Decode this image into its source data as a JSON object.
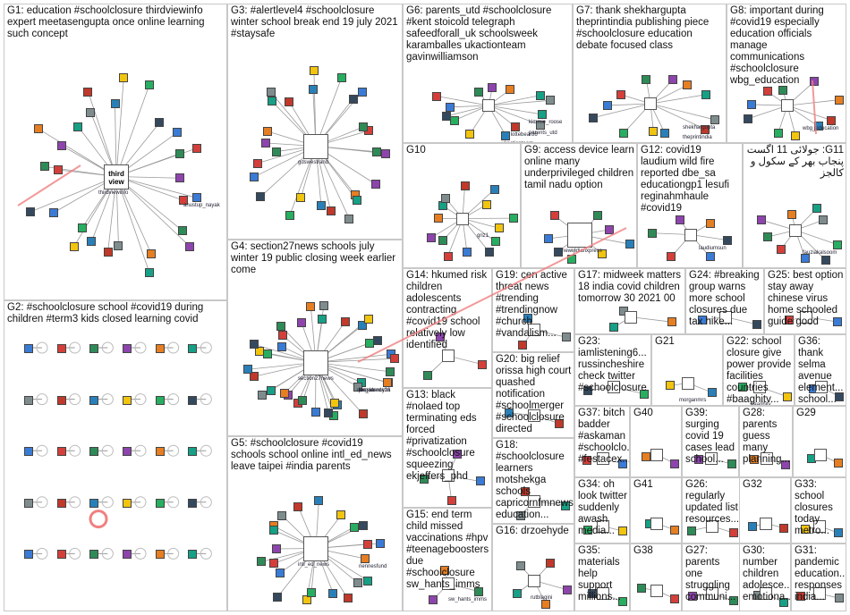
{
  "groups": [
    {
      "id": "G1",
      "text": "G1: education #schoolclosure thirdviewinfo expert meetasengupta once online learning such concept",
      "hub": "thirdviewinfo",
      "hubText": "third view",
      "nodes": [
        "anustup_nayak"
      ],
      "n": 28
    },
    {
      "id": "G2",
      "text": "G2: #schoolclosure school #covid19 during children #term3 kids closed learning covid",
      "n": 56
    },
    {
      "id": "G3",
      "text": "G3: #alertlevel4 #schoolclosure winter school break end 19 july 2021 #staysafe",
      "hub": "gdswestrand",
      "n": 26
    },
    {
      "id": "G4",
      "text": "G4: section27news schools july winter 19 public closing week earlier come",
      "hub": "section27news",
      "nodes": [
        "presidencyza",
        "mrgumede36",
        "dbe_sa"
      ],
      "n": 36
    },
    {
      "id": "G5",
      "text": "G5: #schoolclosure #covid19 schools school online intl_ed_news leave taipei #india parents",
      "hub": "intl_ed_news",
      "nodes": [
        "riennesfund"
      ],
      "n": 22
    },
    {
      "id": "G6",
      "text": "G6: parents_utd #schoolclosure #kent stoicold telegraph safeedforall_uk schoolsweek karamballes ukactionteam gavinwilliamson",
      "nodes": [
        "kimmie_roose",
        "parents_utd",
        "lottebear86",
        "ukactionteam"
      ],
      "n": 14
    },
    {
      "id": "G7",
      "text": "G7: thank shekhargupta theprintindia publishing piece #schoolclosure education debate focused class",
      "nodes": [
        "shekhargupta",
        "theprintindia"
      ],
      "n": 12
    },
    {
      "id": "G8",
      "text": "G8: important during #covid19 especially education officials manage communications #schoolclosure wbg_education",
      "nodes": [
        "wbg_education"
      ],
      "n": 10
    },
    {
      "id": "G9",
      "text": "G9: access device learn online many underprivileged children tamil nadu option",
      "hub": "newindianxpress",
      "n": 8
    },
    {
      "id": "G10",
      "text": "G10",
      "nodes": [
        "griz1"
      ],
      "n": 14
    },
    {
      "id": "G11",
      "text": "G11: جولائی 11 اگست پنجاب بھر کے سکول و کالجز",
      "nodes": [
        "fauziakalsoom"
      ],
      "n": 9
    },
    {
      "id": "G12",
      "text": "G12: covid19 laudium wild fire reported dbe_sa educationgp1 lesufi reginahmhaule #covid19",
      "nodes": [
        "laudiumsun"
      ],
      "n": 6
    },
    {
      "id": "G13",
      "text": "G13: black #nolaed top terminating eds forced #privatization #schoolclosure squeezing ekjeffers_phd",
      "n": 4
    },
    {
      "id": "G14",
      "text": "G14: hkumed risk children adolescents contracting #covid19 school relatively low identified",
      "n": 3
    },
    {
      "id": "G15",
      "text": "G15: end term child missed vaccinations #hpv #teenageboosters due #schoolclosure sw_hants_imms",
      "nodes": [
        "sw_hants_imms"
      ],
      "n": 3
    },
    {
      "id": "G16",
      "text": "G16: drzoehyde",
      "nodes": [
        "rutblagini"
      ],
      "n": 5
    },
    {
      "id": "G17",
      "text": "G17: midweek matters 18 india covid children tomorrow 30 2021 00",
      "n": 3
    },
    {
      "id": "G18",
      "text": "G18: #schoolclosure learners motshekga schools capricornfmnews education...",
      "n": 3
    },
    {
      "id": "G19",
      "text": "G19: cen active threat news #trending #trendingnow #church #vandalism...",
      "n": 3
    },
    {
      "id": "G20",
      "text": "G20: big relief orissa high court quashed notification #schoolmerger #schoolclosure directed",
      "n": 2
    },
    {
      "id": "G21",
      "text": "G21",
      "nodes": [
        "morganmrs"
      ],
      "n": 2
    },
    {
      "id": "G22",
      "text": "G22: school closure give power provide facilities countries #baaghitv...",
      "nodes": [
        "baaghitv"
      ],
      "n": 2
    },
    {
      "id": "G23",
      "text": "G23: iamlistening6... russincheshire check twitter #schoolclosure",
      "n": 2
    },
    {
      "id": "G24",
      "text": "G24: #breaking group warns more school closures due tax hike...",
      "n": 2
    },
    {
      "id": "G25",
      "text": "G25: best option stay away chinese virus home schooled guide good",
      "n": 2
    },
    {
      "id": "G26",
      "text": "G26: regularly updated list resources...",
      "n": 2
    },
    {
      "id": "G27",
      "text": "G27: parents one struggling communi...",
      "n": 2
    },
    {
      "id": "G28",
      "text": "G28: parents guess many planning...",
      "n": 2
    },
    {
      "id": "G29",
      "text": "G29",
      "n": 2
    },
    {
      "id": "G30",
      "text": "G30: number children adolesce... emotiona...",
      "n": 2
    },
    {
      "id": "G31",
      "text": "G31: pandemic education... responses india...",
      "n": 2
    },
    {
      "id": "G32",
      "text": "G32",
      "n": 2
    },
    {
      "id": "G33",
      "text": "G33: school closures today metro...",
      "n": 2
    },
    {
      "id": "G34",
      "text": "G34: oh look twitter suddenly awash media...",
      "n": 2
    },
    {
      "id": "G35",
      "text": "G35: materials help support millions...",
      "n": 2
    },
    {
      "id": "G36",
      "text": "G36: thank selma avenue element... school...",
      "n": 2
    },
    {
      "id": "G37",
      "text": "G37: bitch badder #askaman #schoolclo... #festacex...",
      "n": 2
    },
    {
      "id": "G38",
      "text": "G38",
      "n": 2
    },
    {
      "id": "G39",
      "text": "G39: surging covid 19 cases lead school...",
      "n": 2
    },
    {
      "id": "G40",
      "text": "G40",
      "n": 2
    },
    {
      "id": "G41",
      "text": "G41",
      "n": 2
    }
  ],
  "colors": {
    "edge": "#9a9a9a",
    "highlight": "#f08080",
    "border": "#c8c8c8"
  }
}
